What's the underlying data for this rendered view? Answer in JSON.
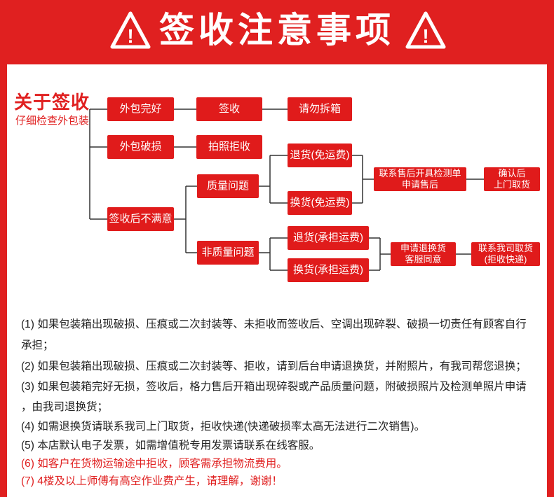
{
  "header": {
    "title": "签收注意事项",
    "warning_symbol": "!"
  },
  "flow": {
    "label": "关于签收",
    "sublabel": "仔细检查外包装",
    "outer_intact": "外包完好",
    "sign": "签收",
    "no_unpack": "请勿拆箱",
    "outer_damaged": "外包破损",
    "photo_reject": "拍照拒收",
    "unsatisfied": "签收后不满意",
    "quality_issue": "质量问题",
    "non_quality_issue": "非质量问题",
    "return_free": "退货(免运费)",
    "exchange_free": "换货(免运费)",
    "return_paid": "退货(承担运费)",
    "exchange_paid": "换货(承担运费)",
    "contact_service_line1": "联系售后开具检测单",
    "contact_service_line2": "申请售后",
    "confirm_line1": "确认后",
    "confirm_line2": "上门取货",
    "apply_line1": "申请退换货",
    "apply_line2": "客服同意",
    "pickup_line1": "联系我司取货",
    "pickup_line2": "(拒收快递)"
  },
  "rules": [
    "(1) 如果包装箱出现破损、压痕或二次封装等、未拒收而签收后、空调出现碎裂、破损一切责任有顾客自行",
    "承担；",
    "(2) 如果包装箱出现破损、压痕或二次封装等、拒收，请到后台申请退换货，并附照片，有我司帮您退换；",
    "(3) 如果包装箱完好无损，签收后，格力售后开箱出现碎裂或产品质量问题，附破损照片及检测单照片申请",
    "，由我司退换货；",
    "(4) 如需退换货请联系我司上门取货，拒收快递(快递破损率太高无法进行二次销售)。",
    "(5) 本店默认电子发票，如需增值税专用发票请联系在线客服。",
    "(6) 如客户在货物运输途中拒收，顾客需承担物流费用。",
    "(7) 4楼及以上师傅有高空作业费产生，请理解，谢谢！"
  ],
  "colors": {
    "background": "#e02020",
    "box": "#e01b1b",
    "panel": "#ffffff",
    "text": "#222222",
    "highlight": "#e02020"
  }
}
